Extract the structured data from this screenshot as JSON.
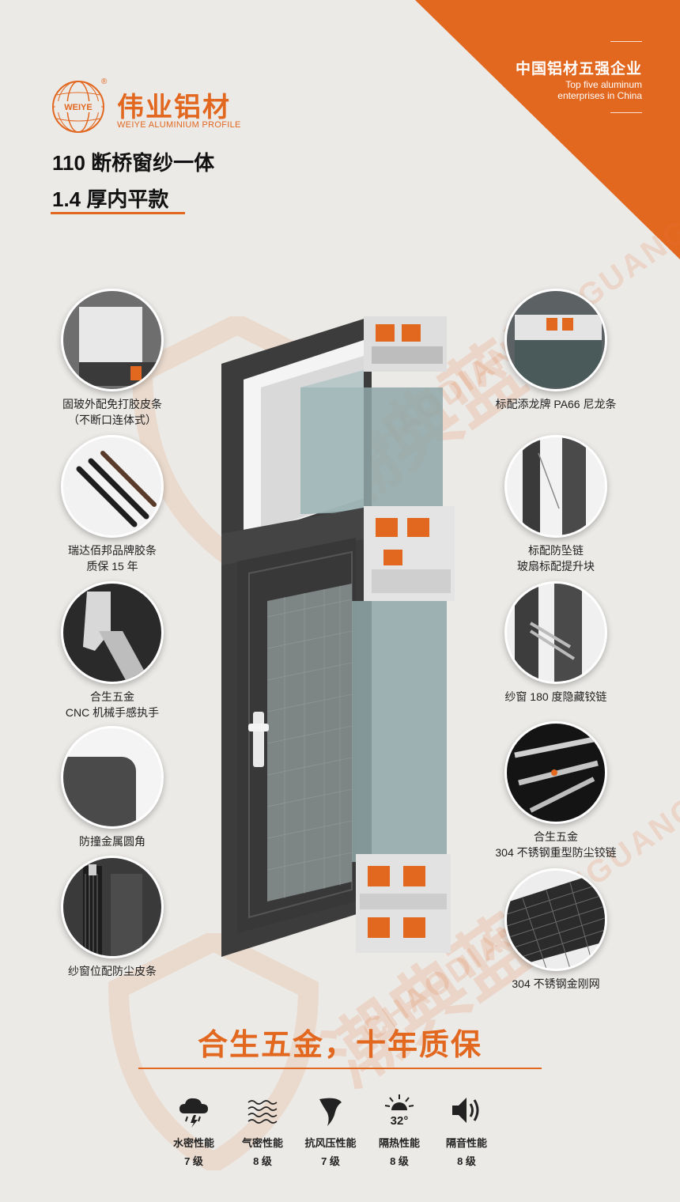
{
  "banner": {
    "title": "中国铝材五强企业",
    "subtitle_line1": "Top five aluminum",
    "subtitle_line2": "enterprises in China"
  },
  "logo": {
    "globe_text": "WEIYE",
    "registered": "®",
    "name_cn": "伟业铝材",
    "name_en": "WEIYE ALUMINIUM PROFILE"
  },
  "product": {
    "title_line1": "110 断桥窗纱一体",
    "title_line2": "1.4 厚内平款"
  },
  "watermark": {
    "cn": "潮典蓝光",
    "en": "CHAODIAN LANGUANG"
  },
  "features_left": [
    {
      "lines": [
        "固玻外配免打胶皮条",
        "（不断口连体式）"
      ],
      "icon": "glass-frame-corner"
    },
    {
      "lines": [
        "瑞达佰邦品牌胶条",
        "质保 15 年"
      ],
      "icon": "rubber-strip"
    },
    {
      "lines": [
        "合生五金",
        "CNC 机械手感执手"
      ],
      "icon": "handle"
    },
    {
      "lines": [
        "防撞金属圆角"
      ],
      "icon": "rounded-corner"
    },
    {
      "lines": [
        "纱窗位配防尘皮条"
      ],
      "icon": "dust-strip"
    }
  ],
  "features_right": [
    {
      "lines": [
        "标配添龙牌 PA66 尼龙条"
      ],
      "icon": "nylon-strip"
    },
    {
      "lines": [
        "标配防坠链",
        "玻扇标配提升块"
      ],
      "icon": "safety-chain"
    },
    {
      "lines": [
        "纱窗 180 度隐藏铰链"
      ],
      "icon": "hidden-hinge"
    },
    {
      "lines": [
        "合生五金",
        "304 不锈钢重型防尘铰链"
      ],
      "icon": "steel-hinge"
    },
    {
      "lines": [
        "304 不锈钢金刚网"
      ],
      "icon": "steel-mesh"
    }
  ],
  "slogan": "合生五金，十年质保",
  "performance": [
    {
      "name": "水密性能",
      "grade": "7 级",
      "icon": "rain-cloud-icon"
    },
    {
      "name": "气密性能",
      "grade": "8 级",
      "icon": "waves-icon"
    },
    {
      "name": "抗风压性能",
      "grade": "7 级",
      "icon": "wind-icon"
    },
    {
      "name": "隔热性能",
      "grade": "8 级",
      "icon": "sun-thermometer-icon",
      "icon_text": "32°"
    },
    {
      "name": "隔音性能",
      "grade": "8 级",
      "icon": "speaker-icon"
    }
  ],
  "colors": {
    "accent": "#e2671f",
    "background": "#eceae7",
    "frame": "#3a3a3a"
  }
}
